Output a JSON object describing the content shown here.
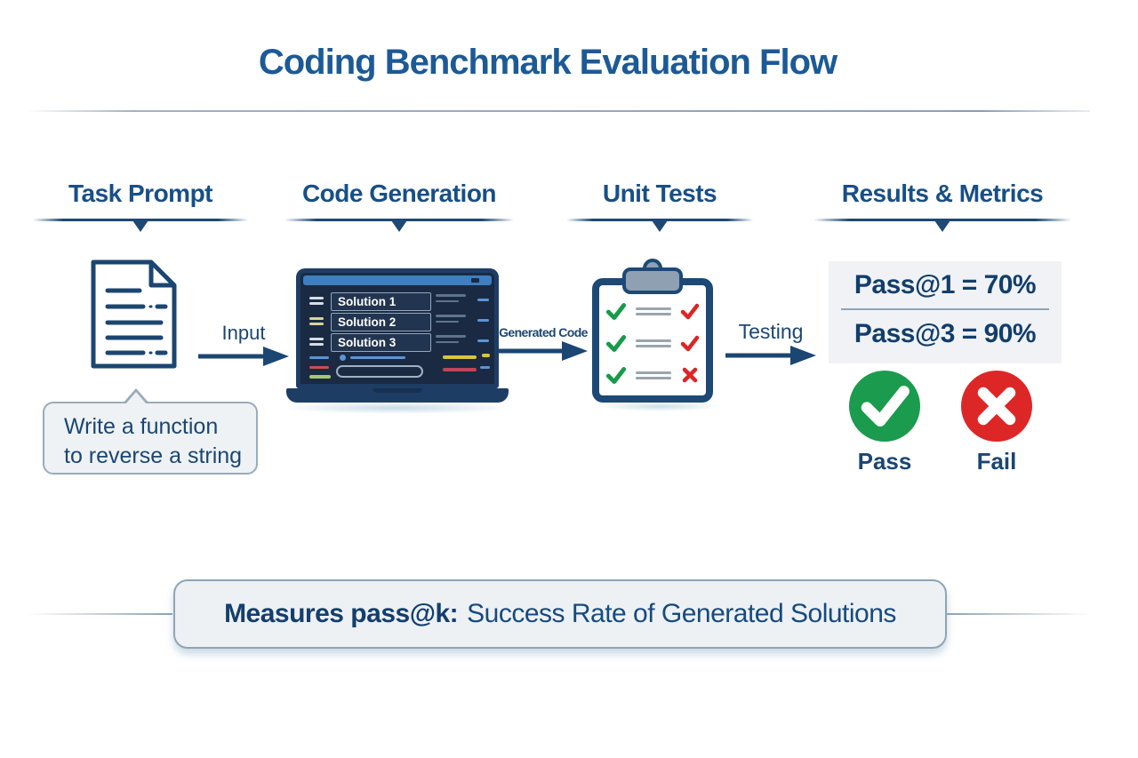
{
  "title": "Coding Benchmark Evaluation Flow",
  "stages": [
    {
      "label": "Task Prompt"
    },
    {
      "label": "Code Generation"
    },
    {
      "label": "Unit Tests"
    },
    {
      "label": "Results & Metrics"
    }
  ],
  "task_prompt": {
    "bubble": {
      "line1": "Write a function",
      "line2": "to reverse a string"
    }
  },
  "arrows": [
    {
      "label": "Input"
    },
    {
      "label": "Generated Code"
    },
    {
      "label": "Testing"
    }
  ],
  "code_generation": {
    "solutions": [
      "Solution 1",
      "Solution 2",
      "Solution 3"
    ]
  },
  "unit_tests": {
    "rows": [
      {
        "left_icon": "green-check",
        "right_icon": "red-check"
      },
      {
        "left_icon": "green-check",
        "right_icon": "red-check"
      },
      {
        "left_icon": "green-check",
        "right_icon": "red-x"
      }
    ]
  },
  "results": {
    "metric1": "Pass@1 = 70%",
    "metric2": "Pass@3 = 90%",
    "pass_label": "Pass",
    "fail_label": "Fail"
  },
  "footer": {
    "bold": "Measures pass@k:",
    "rest": "Success Rate of Generated Solutions"
  },
  "colors": {
    "heading_blue": "#1c5a96",
    "navy": "#1b4672",
    "accent_blue": "#3e7fc1",
    "pass_green": "#1a9b4e",
    "fail_red": "#dd2626",
    "panel_gray": "#f0f2f5"
  }
}
